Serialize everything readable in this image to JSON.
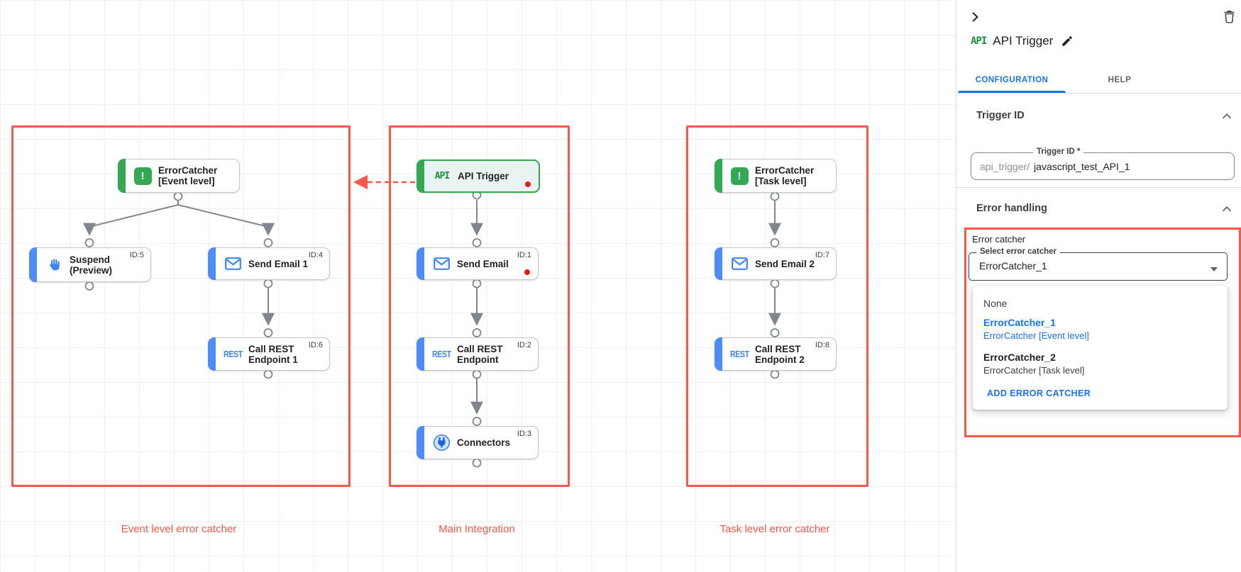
{
  "colors": {
    "annotation_red": "#f4594b",
    "accent_blue": "#4e8df7",
    "green": "#34a853",
    "link_blue": "#1a73e8",
    "alert_dot": "#e51c17",
    "edge_gray": "#80868b"
  },
  "canvas": {
    "captions": [
      "Event level error catcher",
      "Main Integration",
      "Task level error catcher"
    ],
    "nodes": [
      {
        "key": "ec_event",
        "icon": "error-icon",
        "label": "ErrorCatcher\n[Event level]",
        "variant": "green"
      },
      {
        "key": "suspend",
        "icon": "hand-icon",
        "label": "Suspend\n(Preview)",
        "id_tag": "ID:5"
      },
      {
        "key": "send_email_1",
        "icon": "email-icon",
        "label": "Send Email 1",
        "id_tag": "ID:4"
      },
      {
        "key": "call_rest_1",
        "icon": "rest-icon",
        "label": "Call REST\nEndpoint 1",
        "id_tag": "ID:6"
      },
      {
        "key": "api_trigger",
        "icon": "api-icon",
        "label": "API Trigger",
        "variant": "trigger",
        "dot": true
      },
      {
        "key": "send_email",
        "icon": "email-icon",
        "label": "Send Email",
        "id_tag": "ID:1",
        "dot": true
      },
      {
        "key": "call_rest",
        "icon": "rest-icon",
        "label": "Call REST\nEndpoint",
        "id_tag": "ID:2"
      },
      {
        "key": "connectors",
        "icon": "connector-icon",
        "label": "Connectors",
        "id_tag": "ID:3"
      },
      {
        "key": "ec_task",
        "icon": "error-icon",
        "label": "ErrorCatcher\n[Task level]",
        "variant": "green"
      },
      {
        "key": "send_email_2",
        "icon": "email-icon",
        "label": "Send Email 2",
        "id_tag": "ID:7"
      },
      {
        "key": "call_rest_2",
        "icon": "rest-icon",
        "label": "Call REST\nEndpoint 2",
        "id_tag": "ID:8"
      }
    ]
  },
  "panel": {
    "title": "API Trigger",
    "title_icon": "API",
    "tabs": {
      "configuration": "CONFIGURATION",
      "help": "HELP"
    },
    "trigger_id": {
      "header": "Trigger ID",
      "field_label": "Trigger ID *",
      "prefix": "api_trigger/",
      "value": "javascript_test_API_1"
    },
    "error_handling": {
      "header": "Error handling",
      "group_label": "Error catcher",
      "select_label": "Select error catcher",
      "select_value": "ErrorCatcher_1",
      "menu": {
        "none_label": "None",
        "options": [
          {
            "name": "ErrorCatcher_1",
            "desc": "ErrorCatcher [Event level]",
            "selected": true
          },
          {
            "name": "ErrorCatcher_2",
            "desc": "ErrorCatcher [Task level]",
            "selected": false
          }
        ],
        "add_label": "ADD ERROR CATCHER"
      }
    }
  }
}
